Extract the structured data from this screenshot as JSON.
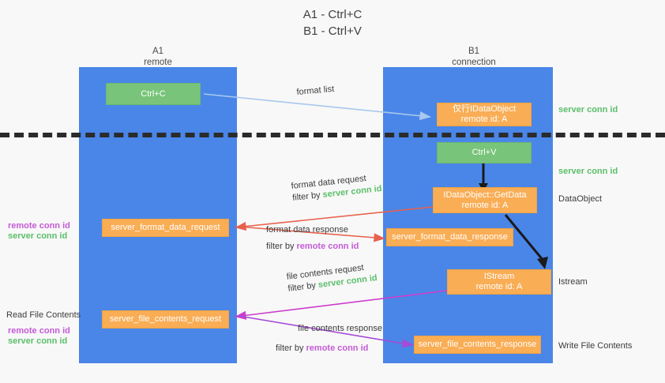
{
  "title_lines": [
    "A1 - Ctrl+C",
    "B1 - Ctrl+V"
  ],
  "columns": {
    "left": {
      "name": "A1",
      "role": "remote"
    },
    "right": {
      "name": "B1",
      "role": "connection"
    }
  },
  "colors": {
    "lane": "#4a86e8",
    "box_orange": "#f9ad55",
    "box_green": "#78c47a",
    "server_conn": "#5bbf6a",
    "remote_conn": "#c45bd6",
    "arrow_blue": "#a8c8ee",
    "arrow_red": "#e8614d",
    "arrow_magenta": "#cc3ecc",
    "arrow_purple": "#a64bd6",
    "arrow_dark": "#1a1a1a",
    "separator": "#2b2b2b"
  },
  "boxes": {
    "ctrl_c": "Ctrl+C",
    "ctrl_v": "Ctrl+V",
    "idataobject": {
      "line1": "仅行IDataObject",
      "line2": "remote id: A"
    },
    "getdata": {
      "line1": "IDataObject::GetData",
      "line2": "remote id: A"
    },
    "istream": {
      "line1": "IStream",
      "line2": "remote id: A"
    },
    "server_format_data_request": "server_format_data_request",
    "server_format_data_response": "server_format_data_response",
    "server_file_contents_request": "server_file_contents_request",
    "server_file_contents_response": "server_file_contents_response"
  },
  "right_notes": {
    "server_conn_id_1": "server conn id",
    "server_conn_id_2": "server conn id",
    "dataobject": "DataObject",
    "istream": "Istream",
    "write_file_contents": "Write File Contents"
  },
  "left_notes": {
    "remote_conn_id_1": "remote conn id",
    "server_conn_id_1": "server conn id",
    "read_file_contents": "Read File Contents",
    "remote_conn_id_2": "remote conn id",
    "server_conn_id_2": "server conn id"
  },
  "flow_labels": {
    "format_list": "format list",
    "format_data_request": "format data request",
    "format_data_request_filter_prefix": "filter by ",
    "format_data_request_filter_value": "server conn id",
    "format_data_response": "format data response",
    "format_data_response_filter_prefix": "filter by ",
    "format_data_response_filter_value": "remote conn id",
    "file_contents_request": "file contents request",
    "file_contents_request_filter_prefix": "filter by ",
    "file_contents_request_filter_value": "server conn id",
    "file_contents_response": "file contents response",
    "file_contents_response_filter_prefix": "filter by ",
    "file_contents_response_filter_value": "remote conn id"
  }
}
